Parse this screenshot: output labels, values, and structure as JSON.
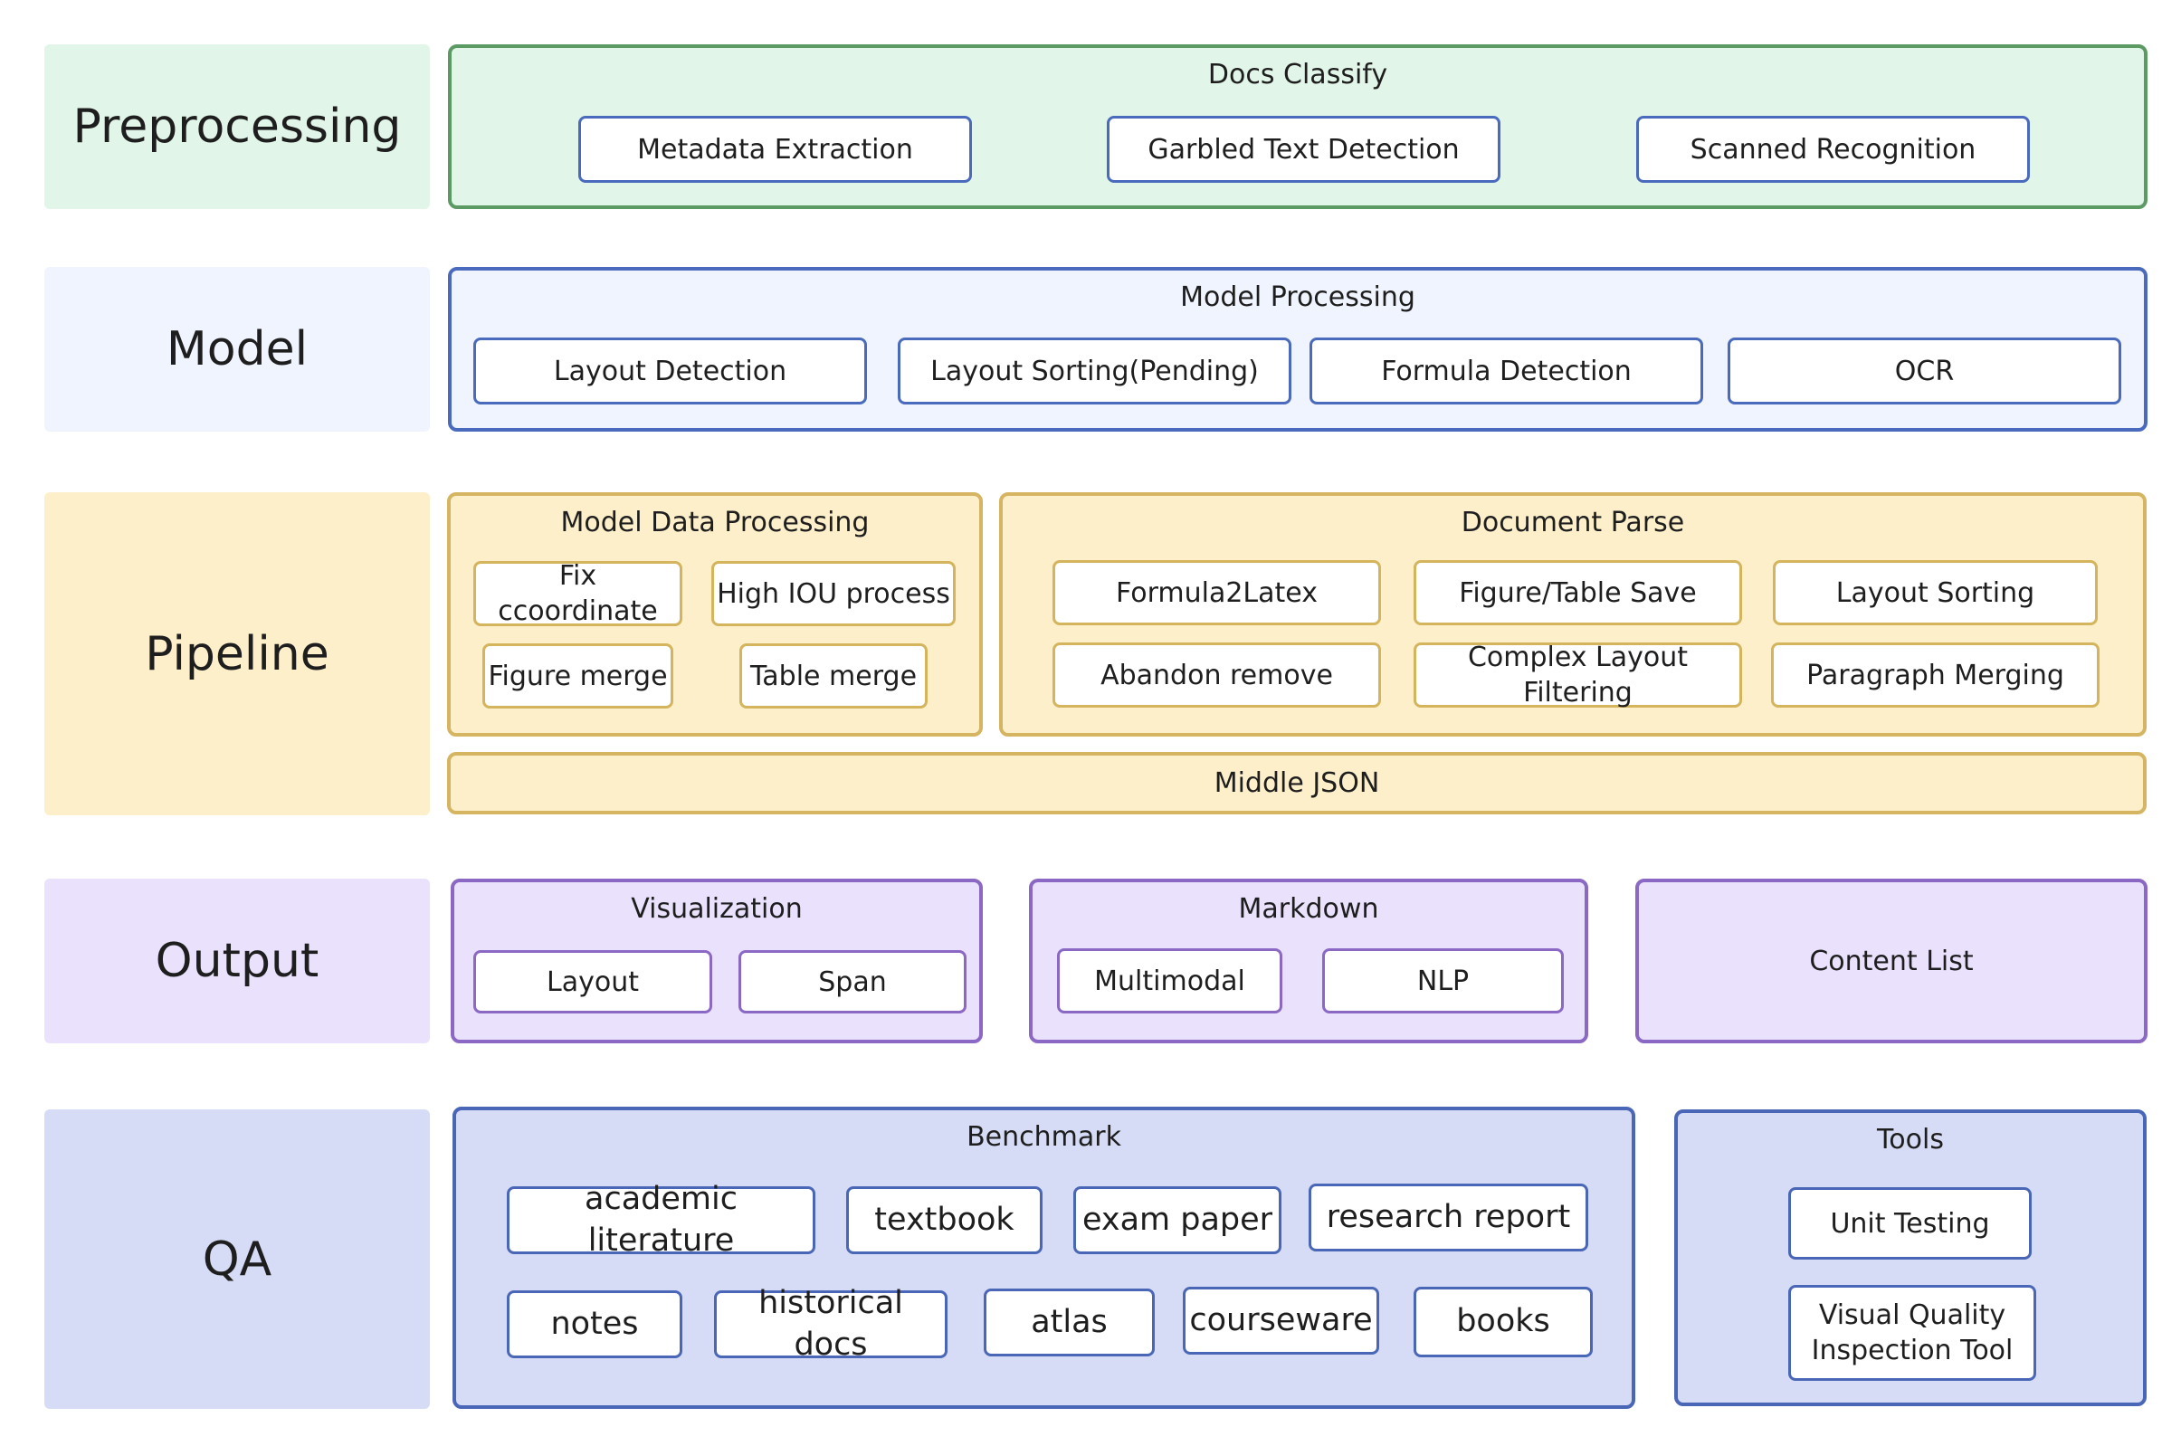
{
  "layers": {
    "preprocessing": "Preprocessing",
    "model": "Model",
    "pipeline": "Pipeline",
    "output": "Output",
    "qa": "QA"
  },
  "preprocessing": {
    "title": "Docs Classify",
    "items": [
      "Metadata Extraction",
      "Garbled Text Detection",
      "Scanned Recognition"
    ]
  },
  "model": {
    "title": "Model Processing",
    "items": [
      "Layout Detection",
      "Layout Sorting(Pending)",
      "Formula Detection",
      "OCR"
    ]
  },
  "pipeline": {
    "model_data_processing": {
      "title": "Model Data Processing",
      "items": [
        "Fix ccoordinate",
        "High IOU process",
        "Figure merge",
        "Table merge"
      ]
    },
    "document_parse": {
      "title": "Document Parse",
      "items": [
        "Formula2Latex",
        "Figure/Table Save",
        "Layout Sorting",
        "Abandon remove",
        "Complex Layout Filtering",
        "Paragraph Merging"
      ]
    },
    "middle_json": "Middle JSON"
  },
  "output": {
    "visualization": {
      "title": "Visualization",
      "items": [
        "Layout",
        "Span"
      ]
    },
    "markdown": {
      "title": "Markdown",
      "items": [
        "Multimodal",
        "NLP"
      ]
    },
    "content_list": "Content List"
  },
  "qa": {
    "benchmark": {
      "title": "Benchmark",
      "items": [
        "academic literature",
        "textbook",
        "exam paper",
        "research report",
        "notes",
        "historical docs",
        "atlas",
        "courseware",
        "books"
      ]
    },
    "tools": {
      "title": "Tools",
      "items": [
        "Unit Testing",
        "Visual Quality\nInspection Tool"
      ]
    }
  }
}
